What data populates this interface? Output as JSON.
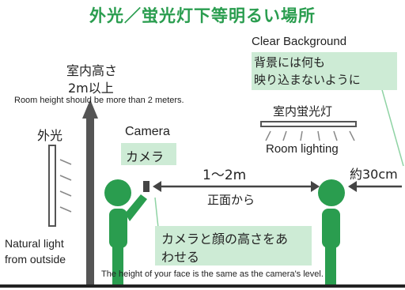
{
  "title": "外光／蛍光灯下等明るい場所",
  "clear_background": {
    "en": "Clear Background",
    "jp_line1": "背景には何も",
    "jp_line2": "映り込まないように"
  },
  "room_height": {
    "jp_line1": "室内高さ",
    "jp_line2": "2m以上",
    "en": "Room height should be more than 2 meters."
  },
  "room_lighting": {
    "jp": "室内蛍光灯",
    "en": "Room lighting"
  },
  "outside_light": {
    "jp": "外光",
    "en_line1": "Natural light",
    "en_line2": "from outside"
  },
  "camera": {
    "en": "Camera",
    "jp": "カメラ"
  },
  "distance": {
    "main": "1〜2m",
    "sub": "正面から",
    "wall": "約30cm"
  },
  "face_height": {
    "jp_line1": "カメラと顔の高さをあ",
    "jp_line2": "わせる",
    "en": "The height of your face is the same as the camera's level."
  },
  "colors": {
    "green": "#2a9d4f",
    "light_green": "#cdebd5",
    "dark": "#333333"
  }
}
